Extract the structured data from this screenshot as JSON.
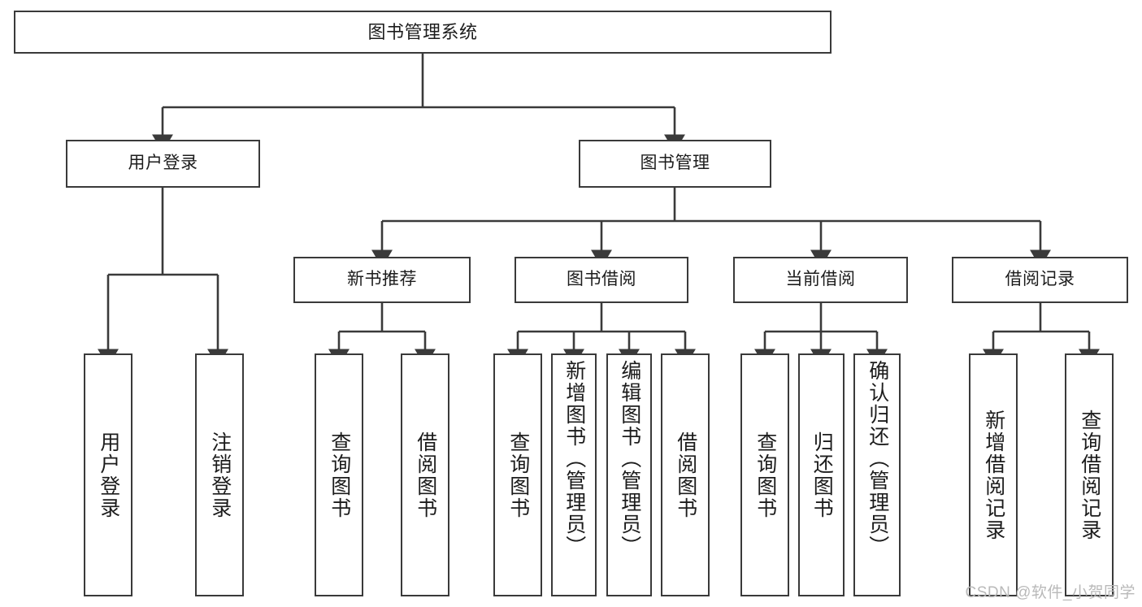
{
  "diagram": {
    "type": "tree-hierarchy-diagram",
    "title": "图书管理系统",
    "accent_border_color": "#3a3a3a",
    "background_color": "#ffffff",
    "text_color": "#1c1c1c"
  },
  "nodes": {
    "root": {
      "label": "图书管理系统"
    },
    "level1": [
      {
        "label": "用户登录"
      },
      {
        "label": "图书管理"
      }
    ],
    "level2": [
      {
        "label": "新书推荐"
      },
      {
        "label": "图书借阅"
      },
      {
        "label": "当前借阅"
      },
      {
        "label": "借阅记录"
      }
    ],
    "leaves": {
      "user_login": [
        {
          "label": "用户登录"
        },
        {
          "label": "注销登录"
        }
      ],
      "new_book_recommend": [
        {
          "label": "查询图书"
        },
        {
          "label": "借阅图书"
        }
      ],
      "book_borrow": [
        {
          "label": "查询图书"
        },
        {
          "label": "新增图书（管理员）"
        },
        {
          "label": "编辑图书（管理员）"
        },
        {
          "label": "借阅图书"
        }
      ],
      "current_borrow": [
        {
          "label": "查询图书"
        },
        {
          "label": "归还图书"
        },
        {
          "label": "确认归还（管理员）"
        }
      ],
      "borrow_record": [
        {
          "label": "新增借阅记录"
        },
        {
          "label": "查询借阅记录"
        }
      ]
    }
  },
  "watermark": {
    "text": "CSDN @软件_小贺同学"
  }
}
